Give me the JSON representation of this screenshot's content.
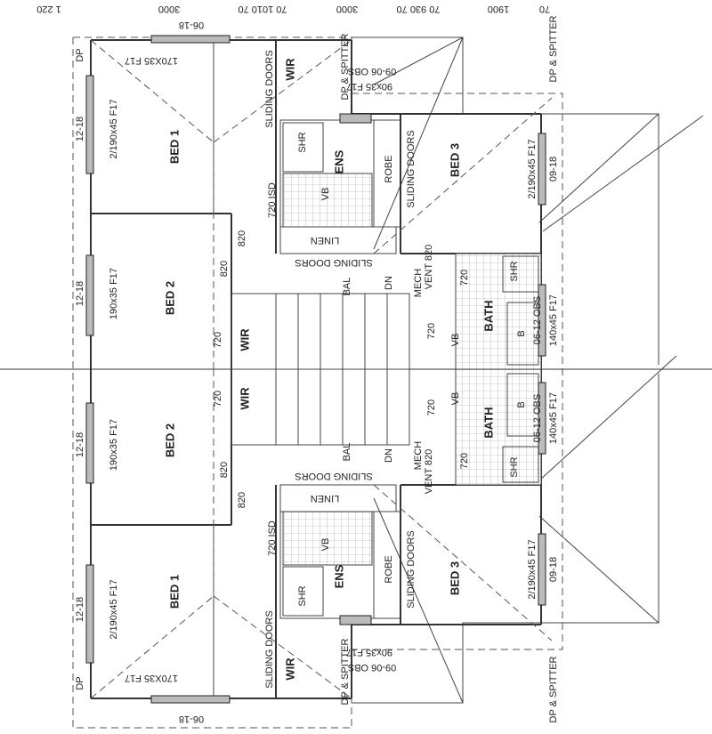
{
  "dimensions": [
    "1 220",
    "3000",
    "70 1010 70",
    "3000",
    "70 930 70",
    "1900",
    "70"
  ],
  "unit_top": {
    "window_top": "06-18",
    "lintel_top": "170X35 F17",
    "dp": "DP",
    "bed1_window": "12-18",
    "bed1_lintel": "2/190x45 F17",
    "bed1": "BED 1",
    "sliding_doors_wir": "SLIDING DOORS",
    "wir1": "WIR",
    "dp_spitter_1": "DP & SPITTER",
    "ens_lintel": "90x35 F17",
    "ens_window": "09-06 OBS",
    "ens_shr": "SHR",
    "ens": "ENS",
    "ens_vb": "VB",
    "ens_door": "720 ISD",
    "robe": "ROBE",
    "sliding_doors_robe": "SLIDING DOORS",
    "bed3": "BED 3",
    "bed3_lintel": "2/190x45 F17",
    "bed3_window": "09-18",
    "dp_spitter_2": "DP & SPITTER",
    "linen": "LINEN",
    "door_820a": "820",
    "door_820b": "820",
    "sliding_doors_bal": "SLIDING DOORS",
    "bal": "BAL",
    "dn": "DN",
    "mech": "MECH",
    "vent": "VENT 820",
    "bed2_window": "12-18",
    "bed2_lintel": "190x35 F17",
    "bed2": "BED 2",
    "wir2_door": "720",
    "wir2": "WIR",
    "bath_door": "720",
    "bath_shr": "SHR",
    "bath": "BATH",
    "bath_vb": "VB",
    "bath_door2": "720",
    "bath_b": "B",
    "bath_window": "06-12 OBS",
    "bath_lintel": "140x45 F17"
  },
  "unit_bottom": {
    "window_bottom": "06-18",
    "lintel_bottom": "170X35 F17",
    "dp": "DP",
    "bed1_window": "12-18",
    "bed1_lintel": "2/190x45 F17",
    "bed1": "BED 1",
    "sliding_doors_wir": "SLIDING DOORS",
    "wir1": "WIR",
    "dp_spitter_1": "DP & SPITTER",
    "ens_lintel": "90x35 F17",
    "ens_window": "09-06 OBS",
    "ens_shr": "SHR",
    "ens": "ENS",
    "ens_vb": "VB",
    "ens_door": "720 ISD",
    "robe": "ROBE",
    "sliding_doors_robe": "SLIDING DOORS",
    "bed3": "BED 3",
    "bed3_lintel": "2/190x45 F17",
    "bed3_window": "09-18",
    "dp_spitter_2": "DP & SPITTER",
    "linen": "LINEN",
    "door_820a": "820",
    "door_820b": "820",
    "sliding_doors_bal": "SLIDING DOORS",
    "bal": "BAL",
    "dn": "DN",
    "mech": "MECH",
    "vent": "VENT 820",
    "bed2_window": "12-18",
    "bed2_lintel": "190x35 F17",
    "bed2": "BED 2",
    "wir2_door": "720",
    "wir2": "WIR",
    "bath_door": "720",
    "bath_shr": "SHR",
    "bath": "BATH",
    "bath_vb": "VB",
    "bath_door2": "720",
    "bath_b": "B",
    "bath_window": "06-12 OBS",
    "bath_lintel": "140x45 F17"
  }
}
